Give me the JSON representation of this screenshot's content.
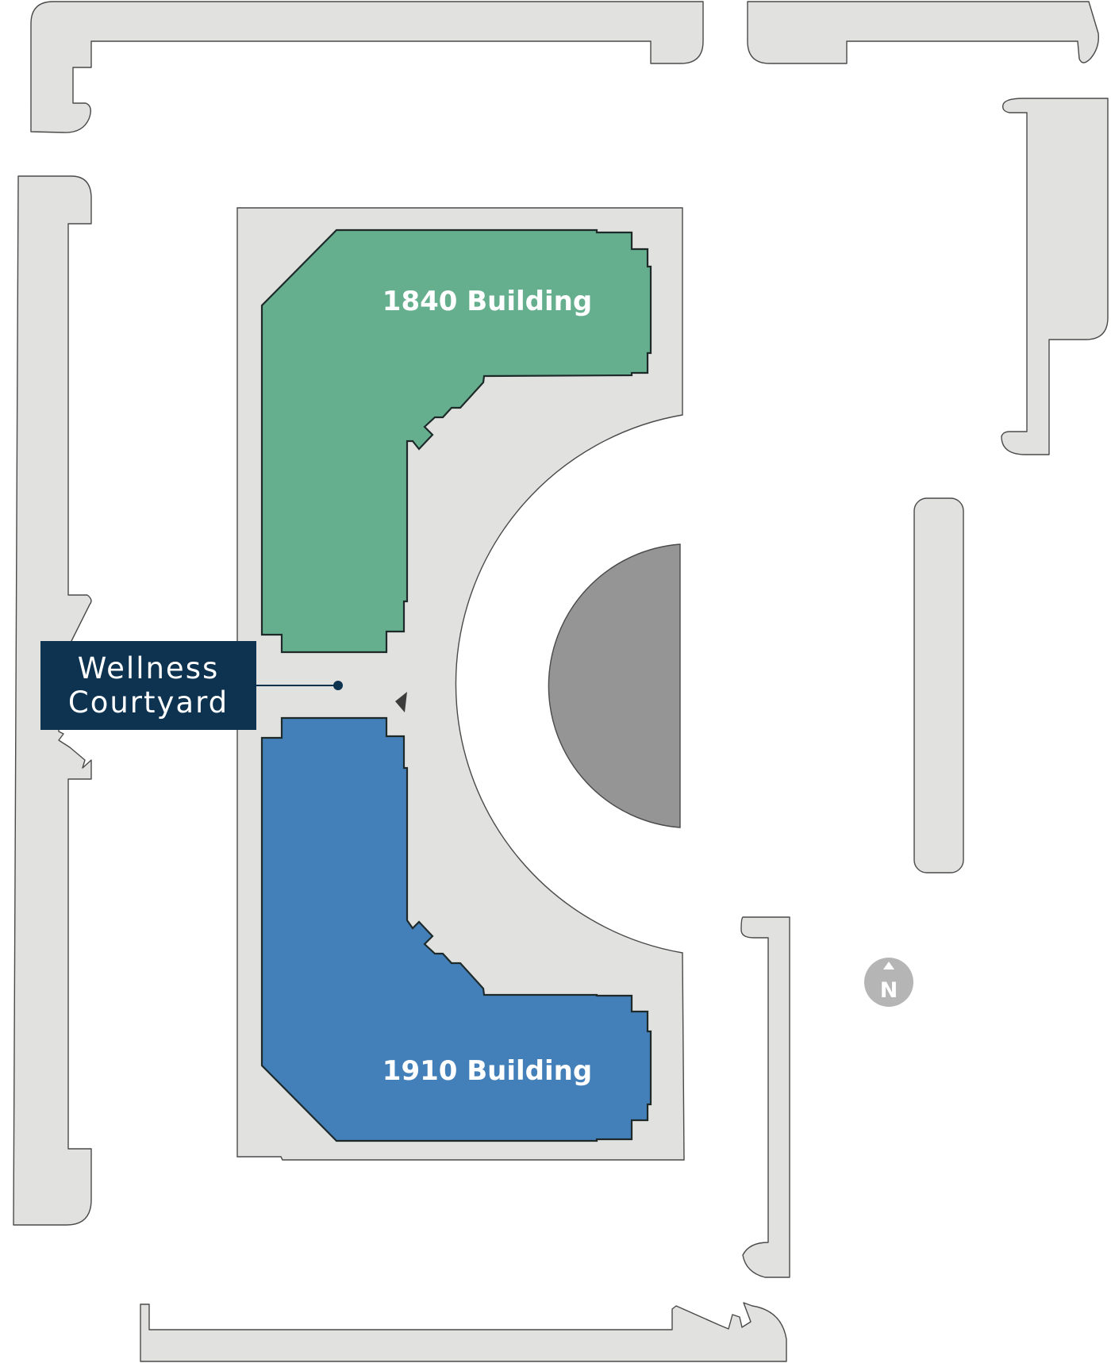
{
  "map": {
    "buildings": [
      {
        "id": "building-1840",
        "label": "1840 Building",
        "color": "#66af8e"
      },
      {
        "id": "building-1910",
        "label": "1910 Building",
        "color": "#4380b9"
      }
    ],
    "callout": {
      "line1": "Wellness",
      "line2": "Courtyard",
      "color": "#0d3350"
    },
    "compass": {
      "letter": "N",
      "icon": "north-arrow-icon",
      "color": "#b5b5b5"
    },
    "colors": {
      "background_blocks": "#e1e1df",
      "center_feature": "#959595"
    }
  }
}
